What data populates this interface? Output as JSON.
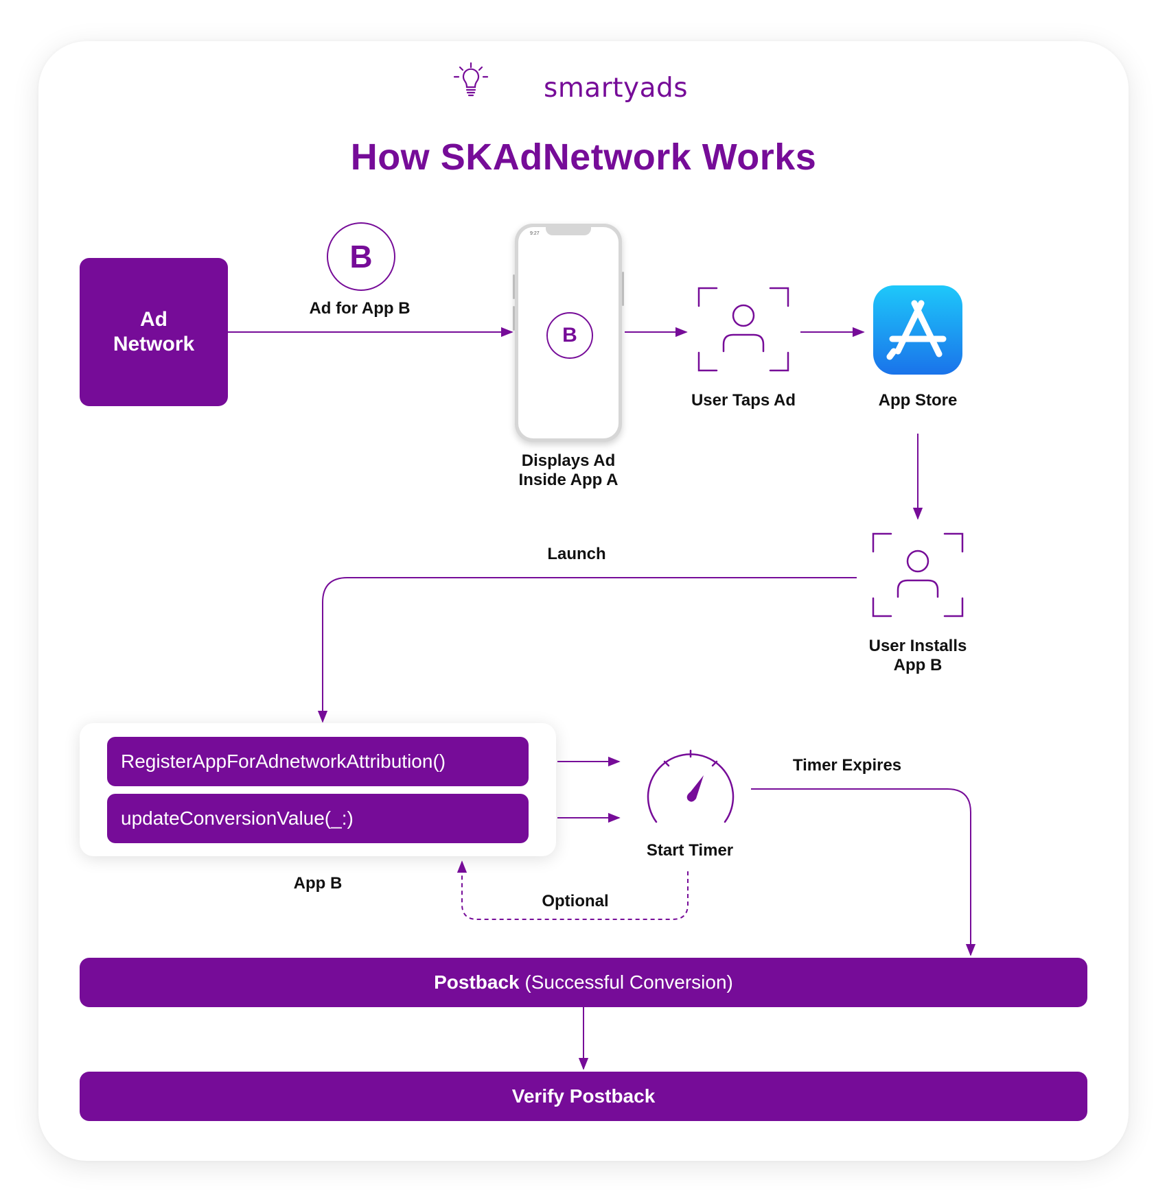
{
  "brand": {
    "name": "smartyads"
  },
  "title": "How SKAdNetwork Works",
  "colors": {
    "primary": "#760c98",
    "app_store_top": "#1ec8fa",
    "app_store_bottom": "#1a73ea"
  },
  "nodes": {
    "ad_network": {
      "line1": "Ad",
      "line2": "Network"
    },
    "ad_badge": {
      "letter": "B",
      "label": "Ad for App B"
    },
    "phone": {
      "letter": "B",
      "time": "9:27",
      "line1": "Displays Ad",
      "line2": "Inside App A"
    },
    "user_taps": {
      "label": "User Taps Ad",
      "icon": "user-icon"
    },
    "app_store": {
      "label": "App Store",
      "icon": "app-store-icon"
    },
    "user_installs": {
      "line1": "User Installs",
      "line2": "App B",
      "icon": "user-icon"
    },
    "app_b": {
      "label": "App B",
      "functions": [
        "RegisterAppForAdnetworkAttribution()",
        "updateConversionValue(_:)"
      ]
    },
    "timer": {
      "label": "Start Timer",
      "icon": "stopwatch-icon"
    },
    "postback": {
      "bold": "Postback",
      "normal": "(Successful Conversion)"
    },
    "verify": {
      "label": "Verify Postback"
    }
  },
  "edges": {
    "launch": "Launch",
    "timer_expires": "Timer Expires",
    "optional": "Optional"
  }
}
